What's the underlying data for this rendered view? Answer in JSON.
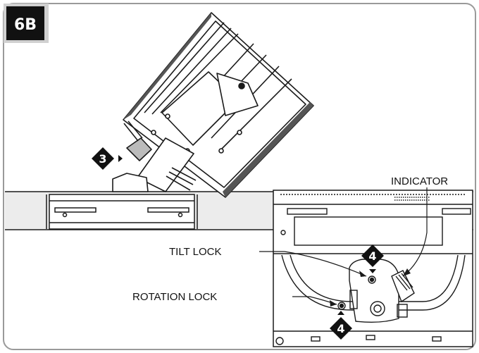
{
  "figure": {
    "badge": "6B",
    "steps": {
      "rotate": "3",
      "tilt_lock": "4",
      "rotation_lock": "4"
    },
    "labels": {
      "indicator": "INDICATOR",
      "tilt_lock": "TILT LOCK",
      "rotation_lock": "ROTATION LOCK"
    }
  },
  "colors": {
    "line": "#1a1a1a",
    "rail_fill": "#ececec",
    "inset_fill": "#ffffff",
    "badge": "#111111"
  }
}
